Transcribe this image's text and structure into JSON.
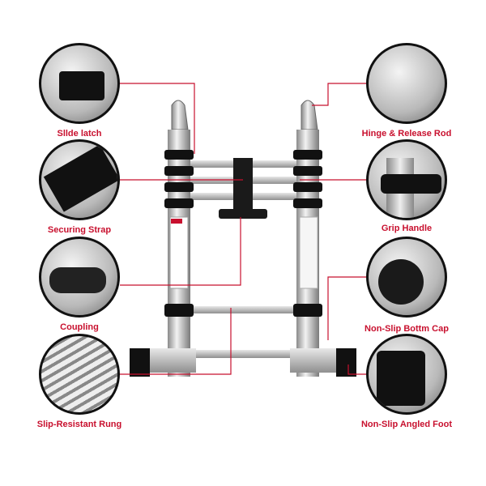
{
  "callouts_left": [
    {
      "label": "Sllde latch",
      "icon": "slide-latch"
    },
    {
      "label": "Securing Strap",
      "icon": "securing-strap"
    },
    {
      "label": "Coupling",
      "icon": "coupling"
    },
    {
      "label": "Slip-Resistant Rung",
      "icon": "rung"
    }
  ],
  "callouts_right": [
    {
      "label": "Hinge & Release Rod",
      "icon": "hinge"
    },
    {
      "label": "Grip Handle",
      "icon": "grip-handle"
    },
    {
      "label": "Non-Slip Bottm Cap",
      "icon": "bottom-cap"
    },
    {
      "label": "Non-Slip Angled Foot",
      "icon": "angled-foot"
    }
  ],
  "colors": {
    "accent": "#c8102e",
    "frame": "#111111",
    "metal": "#c9c9c9"
  }
}
